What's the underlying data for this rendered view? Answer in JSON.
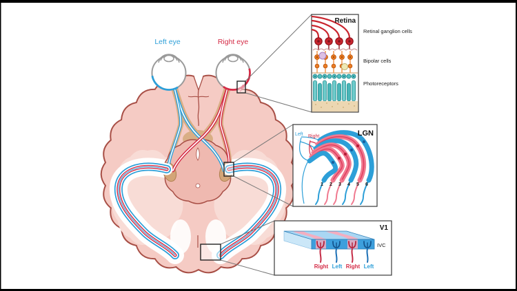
{
  "figure": {
    "eye_labels": {
      "left": "Left eye",
      "right": "Right eye"
    },
    "colors": {
      "left_eye": "#2D9FD8",
      "right_eye": "#D42A45"
    },
    "insets": {
      "retina": {
        "title": "Retina",
        "cell_labels": [
          "Retinal ganglion cells",
          "Bipolar cells",
          "Photoreceptors"
        ]
      },
      "lgn": {
        "title": "LGN",
        "eye_labels": {
          "left": "Left",
          "right": "Right"
        },
        "layer_numbers": [
          "1",
          "2",
          "3",
          "4",
          "5",
          "6"
        ]
      },
      "v1": {
        "title": "V1",
        "layer_label": "IVC",
        "column_labels": [
          "Right",
          "Left",
          "Right",
          "Left"
        ]
      }
    }
  }
}
